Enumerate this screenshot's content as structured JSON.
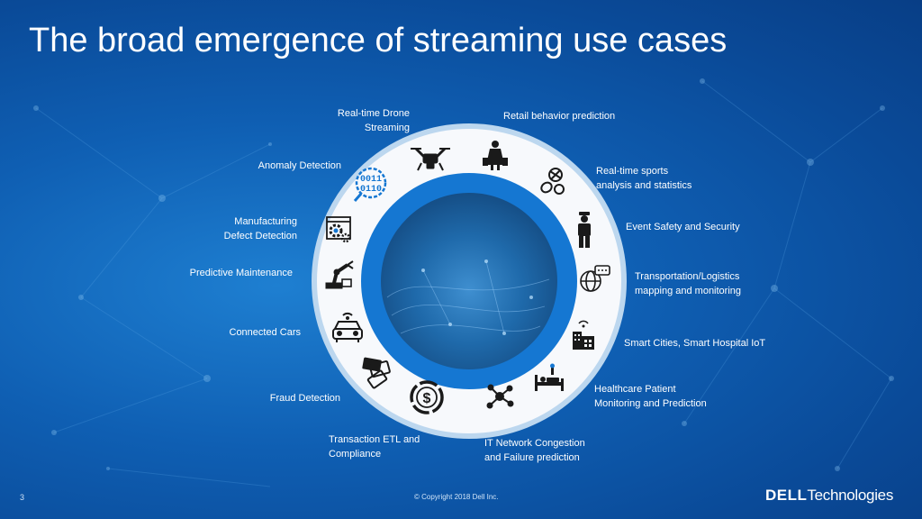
{
  "title": "The broad emergence of streaming use cases",
  "use_cases": {
    "drone": "Real-time Drone\nStreaming",
    "retail": "Retail behavior prediction",
    "sports": "Real-time sports\nanalysis and statistics",
    "event": "Event Safety and Security",
    "transport": "Transportation/Logistics\nmapping and monitoring",
    "smartcity": "Smart Cities, Smart Hospital IoT",
    "healthcare": "Healthcare Patient\nMonitoring and Prediction",
    "network": "IT Network Congestion\nand Failure prediction",
    "transaction": "Transaction ETL and\nCompliance",
    "fraud": "Fraud Detection",
    "cars": "Connected Cars",
    "maintenance": "Predictive Maintenance",
    "manufacturing": "Manufacturing\nDefect Detection",
    "anomaly": "Anomaly Detection"
  },
  "icons": {
    "drone": "drone-icon",
    "retail": "shopper-icon",
    "sports": "sports-balls-icon",
    "event": "security-guard-icon",
    "transport": "globe-chat-icon",
    "smartcity": "smart-building-icon",
    "healthcare": "hospital-bed-icon",
    "network": "network-node-icon",
    "transaction": "dollar-coin-icon",
    "fraud": "credit-cards-icon",
    "cars": "car-icon",
    "maintenance": "robot-arm-icon",
    "manufacturing": "gear-window-icon",
    "anomaly": "binary-magnifier-icon"
  },
  "anomaly_digits": [
    "0011",
    "0110"
  ],
  "footer": {
    "slide_number": "3",
    "copyright": "© Copyright 2018 Dell Inc."
  },
  "logo": {
    "dell": "DELL",
    "technologies": "Technologies"
  },
  "colors": {
    "ring": "#ffffff",
    "ring_inner": "#1577d2",
    "icon": "#1a1a1a",
    "accent_blue": "#1577d2"
  }
}
